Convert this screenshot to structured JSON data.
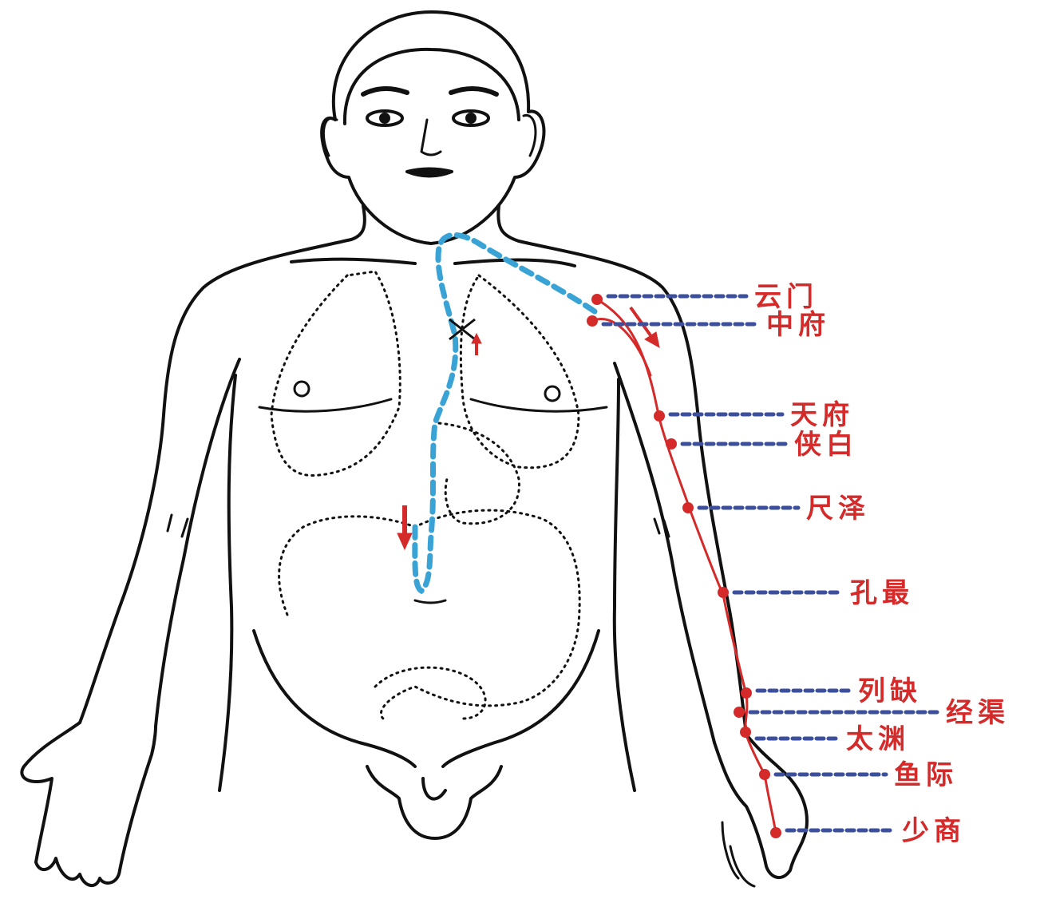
{
  "colors": {
    "outline": "#111111",
    "meridian": "#d42a2a",
    "internal_path": "#3aa3d6",
    "leader": "#3b4f9c",
    "label": "#d42a2a"
  },
  "acupoints": [
    {
      "id": "yunmen",
      "label": "云门"
    },
    {
      "id": "zhongfu",
      "label": "中府"
    },
    {
      "id": "tianfu",
      "label": "天府"
    },
    {
      "id": "xiabai",
      "label": "侠白"
    },
    {
      "id": "chize",
      "label": "尺泽"
    },
    {
      "id": "kongzui",
      "label": "孔最"
    },
    {
      "id": "lieque",
      "label": "列缺"
    },
    {
      "id": "jingqu",
      "label": "经渠"
    },
    {
      "id": "taiyuan",
      "label": "太渊"
    },
    {
      "id": "yuji",
      "label": "鱼际"
    },
    {
      "id": "shaoshang",
      "label": "少商"
    }
  ]
}
